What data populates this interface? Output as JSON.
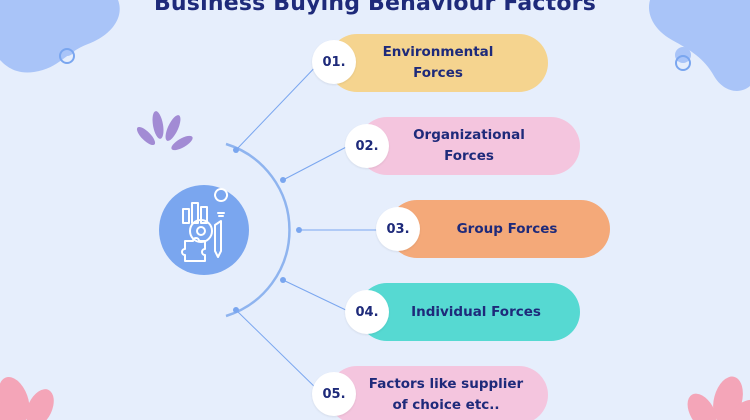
{
  "title": "Business Buying Behaviour Factors",
  "factors": [
    {
      "number": "01.",
      "line1": "Environmental",
      "line2": "Forces",
      "color": "#f5d48f"
    },
    {
      "number": "02.",
      "line1": "Organizational",
      "line2": "Forces",
      "color": "#f4c5de"
    },
    {
      "number": "03.",
      "line1": "Group Forces",
      "line2": "",
      "color": "#f4a979"
    },
    {
      "number": "04.",
      "line1": "Individual Forces",
      "line2": "",
      "color": "#56d9d2"
    },
    {
      "number": "05.",
      "line1": "Factors like supplier",
      "line2": "of choice etc..",
      "color": "#f4c5de"
    }
  ],
  "colors": {
    "background": "#e6eefc",
    "title": "#1e2a7a",
    "hub": "#7aa6ef",
    "arc": "#8fb4ef",
    "blob": "#a9c4f8",
    "leaf": "#a28bd4",
    "flower": "#f4a5b8"
  },
  "icons": {
    "hub": "business-analytics-icon"
  }
}
